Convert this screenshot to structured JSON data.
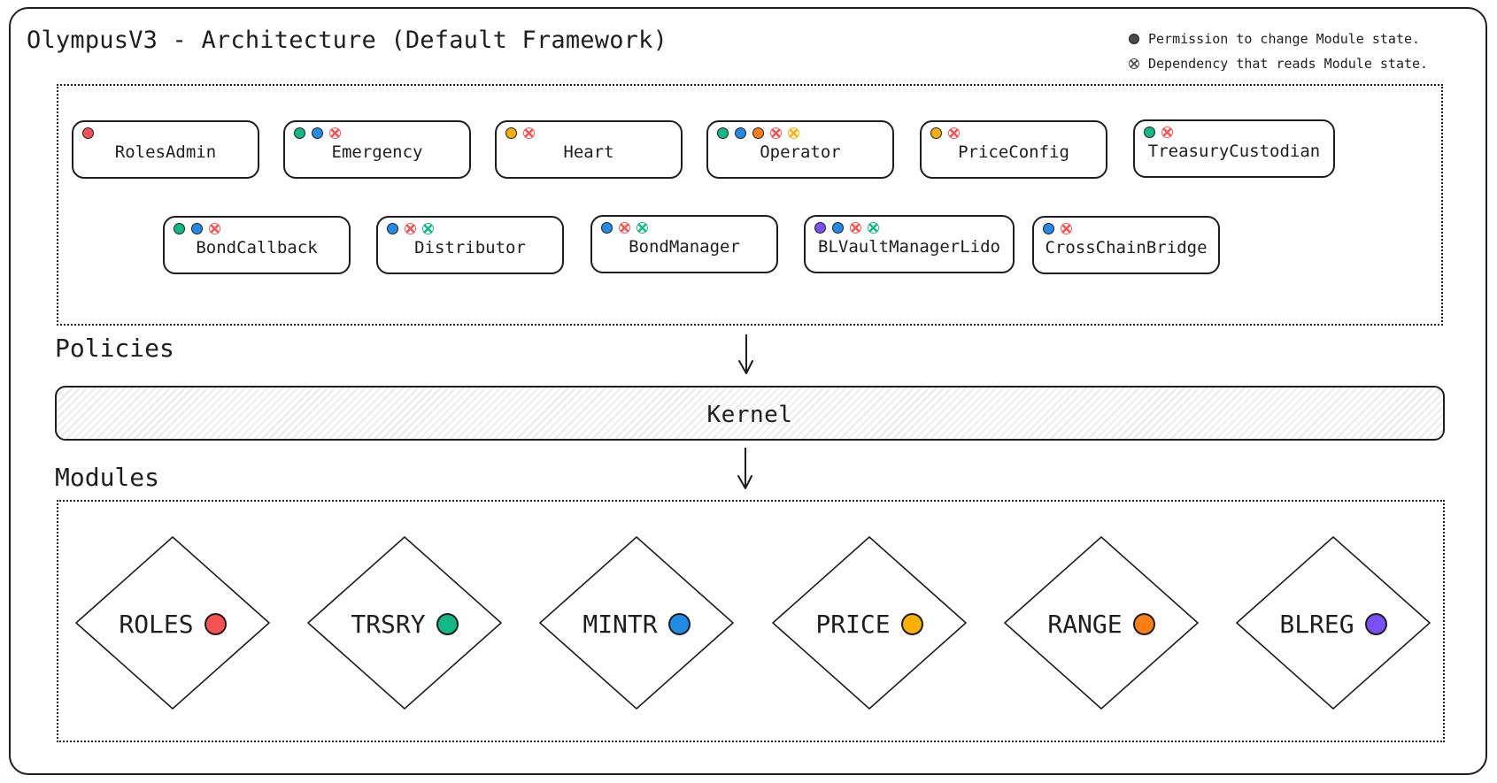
{
  "title": "OlympusV3 - Architecture (Default Framework)",
  "legend": [
    {
      "icon": "solid-dot-icon",
      "text": "Permission to change Module state."
    },
    {
      "icon": "hatched-dot-icon",
      "text": "Dependency that reads Module state."
    }
  ],
  "sections": {
    "policies": "Policies",
    "modules": "Modules"
  },
  "kernel": "Kernel",
  "colors": {
    "roles": "#fa5252",
    "trsry": "#12b886",
    "mintr": "#228be6",
    "price": "#fab005",
    "range": "#fd7e14",
    "blreg": "#7950f2",
    "stroke": "#1e1e1e"
  },
  "policies": [
    {
      "name": "RolesAdmin",
      "permissions": [
        "roles"
      ],
      "dependencies": []
    },
    {
      "name": "Emergency",
      "permissions": [
        "trsry",
        "mintr"
      ],
      "dependencies": [
        "roles"
      ]
    },
    {
      "name": "Heart",
      "permissions": [
        "price"
      ],
      "dependencies": [
        "roles"
      ]
    },
    {
      "name": "Operator",
      "permissions": [
        "trsry",
        "mintr",
        "range"
      ],
      "dependencies": [
        "roles",
        "price"
      ]
    },
    {
      "name": "PriceConfig",
      "permissions": [
        "price"
      ],
      "dependencies": [
        "roles"
      ]
    },
    {
      "name": "TreasuryCustodian",
      "permissions": [
        "trsry"
      ],
      "dependencies": [
        "roles"
      ]
    },
    {
      "name": "BondCallback",
      "permissions": [
        "trsry",
        "mintr"
      ],
      "dependencies": [
        "roles"
      ]
    },
    {
      "name": "Distributor",
      "permissions": [
        "mintr"
      ],
      "dependencies": [
        "roles",
        "trsry"
      ]
    },
    {
      "name": "BondManager",
      "permissions": [
        "mintr"
      ],
      "dependencies": [
        "roles",
        "trsry"
      ]
    },
    {
      "name": "BLVaultManagerLido",
      "permissions": [
        "blreg",
        "mintr"
      ],
      "dependencies": [
        "roles",
        "trsry"
      ]
    },
    {
      "name": "CrossChainBridge",
      "permissions": [
        "mintr"
      ],
      "dependencies": [
        "roles"
      ]
    }
  ],
  "modules": [
    {
      "name": "ROLES",
      "color": "#fa5252"
    },
    {
      "name": "TRSRY",
      "color": "#12b886"
    },
    {
      "name": "MINTR",
      "color": "#228be6"
    },
    {
      "name": "PRICE",
      "color": "#fab005"
    },
    {
      "name": "RANGE",
      "color": "#fd7e14"
    },
    {
      "name": "BLREG",
      "color": "#7950f2"
    }
  ]
}
